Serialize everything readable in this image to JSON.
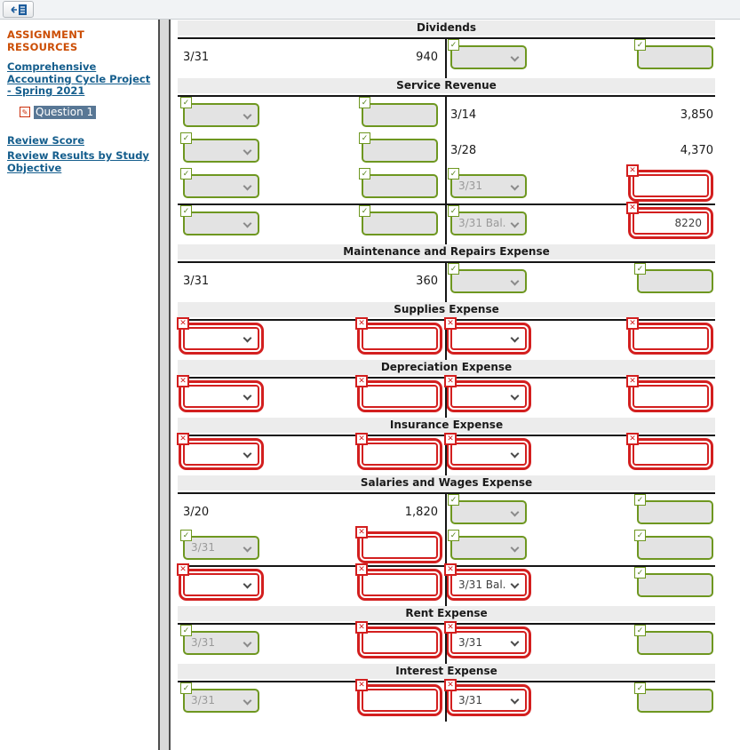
{
  "icons": {
    "check": "✓",
    "cross": "✕",
    "pencil": "✎"
  },
  "colors": {
    "correct_green": "#6e9720",
    "incorrect_red": "#d31f1f",
    "heading_orange": "#cc4e05",
    "link_blue": "#155e8d",
    "selection_blue": "#587795",
    "disabled_fill": "#e3e3e3"
  },
  "sidebar": {
    "heading": "ASSIGNMENT RESOURCES",
    "assignment_link": "Comprehensive Accounting Cycle Project - Spring 2021",
    "question_item": "Question 1",
    "review_score_link": "Review Score",
    "review_results_link": "Review Results by Study Objective"
  },
  "accounts": [
    {
      "title": "Dividends",
      "rows": [
        {
          "balance": false,
          "cells": [
            {
              "type": "text",
              "value": "3/31"
            },
            {
              "type": "text",
              "value": "940"
            },
            {
              "type": "dropdown",
              "value": "",
              "status": "correct",
              "filled": true
            },
            {
              "type": "input",
              "value": "",
              "status": "correct",
              "filled": true
            }
          ]
        }
      ]
    },
    {
      "title": "Service Revenue",
      "rows": [
        {
          "balance": false,
          "cells": [
            {
              "type": "dropdown",
              "value": "",
              "status": "correct",
              "filled": true
            },
            {
              "type": "input",
              "value": "",
              "status": "correct",
              "filled": true
            },
            {
              "type": "text",
              "value": "3/14"
            },
            {
              "type": "text",
              "value": "3,850"
            }
          ]
        },
        {
          "balance": false,
          "cells": [
            {
              "type": "dropdown",
              "value": "",
              "status": "correct",
              "filled": true
            },
            {
              "type": "input",
              "value": "",
              "status": "correct",
              "filled": true
            },
            {
              "type": "text",
              "value": "3/28"
            },
            {
              "type": "text",
              "value": "4,370"
            }
          ]
        },
        {
          "balance": false,
          "cells": [
            {
              "type": "dropdown",
              "value": "",
              "status": "correct",
              "filled": true
            },
            {
              "type": "input",
              "value": "",
              "status": "correct",
              "filled": true
            },
            {
              "type": "dropdown",
              "value": "3/31",
              "status": "correct",
              "filled": true
            },
            {
              "type": "input",
              "value": "",
              "status": "incorrect",
              "filled": false
            }
          ]
        },
        {
          "balance": true,
          "cells": [
            {
              "type": "dropdown",
              "value": "",
              "status": "correct",
              "filled": true
            },
            {
              "type": "input",
              "value": "",
              "status": "correct",
              "filled": true
            },
            {
              "type": "dropdown",
              "value": "3/31 Bal.",
              "status": "correct",
              "filled": true
            },
            {
              "type": "input",
              "value": "8220",
              "status": "incorrect",
              "filled": false
            }
          ]
        }
      ]
    },
    {
      "title": "Maintenance and Repairs Expense",
      "rows": [
        {
          "balance": false,
          "cells": [
            {
              "type": "text",
              "value": "3/31"
            },
            {
              "type": "text",
              "value": "360"
            },
            {
              "type": "dropdown",
              "value": "",
              "status": "correct",
              "filled": true
            },
            {
              "type": "input",
              "value": "",
              "status": "correct",
              "filled": true
            }
          ]
        }
      ]
    },
    {
      "title": "Supplies Expense",
      "rows": [
        {
          "balance": false,
          "cells": [
            {
              "type": "dropdown",
              "value": "",
              "status": "incorrect",
              "filled": false
            },
            {
              "type": "input",
              "value": "",
              "status": "incorrect",
              "filled": false
            },
            {
              "type": "dropdown",
              "value": "",
              "status": "incorrect",
              "filled": false
            },
            {
              "type": "input",
              "value": "",
              "status": "incorrect",
              "filled": false
            }
          ]
        }
      ]
    },
    {
      "title": "Depreciation Expense",
      "rows": [
        {
          "balance": false,
          "cells": [
            {
              "type": "dropdown",
              "value": "",
              "status": "incorrect",
              "filled": false
            },
            {
              "type": "input",
              "value": "",
              "status": "incorrect",
              "filled": false
            },
            {
              "type": "dropdown",
              "value": "",
              "status": "incorrect",
              "filled": false
            },
            {
              "type": "input",
              "value": "",
              "status": "incorrect",
              "filled": false
            }
          ]
        }
      ]
    },
    {
      "title": "Insurance Expense",
      "rows": [
        {
          "balance": false,
          "cells": [
            {
              "type": "dropdown",
              "value": "",
              "status": "incorrect",
              "filled": false
            },
            {
              "type": "input",
              "value": "",
              "status": "incorrect",
              "filled": false
            },
            {
              "type": "dropdown",
              "value": "",
              "status": "incorrect",
              "filled": false
            },
            {
              "type": "input",
              "value": "",
              "status": "incorrect",
              "filled": false
            }
          ]
        }
      ]
    },
    {
      "title": "Salaries and Wages Expense",
      "rows": [
        {
          "balance": false,
          "cells": [
            {
              "type": "text",
              "value": "3/20"
            },
            {
              "type": "text",
              "value": "1,820"
            },
            {
              "type": "dropdown",
              "value": "",
              "status": "correct",
              "filled": true
            },
            {
              "type": "input",
              "value": "",
              "status": "correct",
              "filled": true
            }
          ]
        },
        {
          "balance": false,
          "cells": [
            {
              "type": "dropdown",
              "value": "3/31",
              "status": "correct",
              "filled": true
            },
            {
              "type": "input",
              "value": "",
              "status": "incorrect",
              "filled": false
            },
            {
              "type": "dropdown",
              "value": "",
              "status": "correct",
              "filled": true
            },
            {
              "type": "input",
              "value": "",
              "status": "correct",
              "filled": true
            }
          ]
        },
        {
          "balance": true,
          "cells": [
            {
              "type": "dropdown",
              "value": "",
              "status": "incorrect",
              "filled": false
            },
            {
              "type": "input",
              "value": "",
              "status": "incorrect",
              "filled": false
            },
            {
              "type": "dropdown",
              "value": "3/31 Bal.",
              "status": "incorrect",
              "filled": false
            },
            {
              "type": "input",
              "value": "",
              "status": "correct",
              "filled": true
            }
          ]
        }
      ]
    },
    {
      "title": "Rent Expense",
      "rows": [
        {
          "balance": false,
          "cells": [
            {
              "type": "dropdown",
              "value": "3/31",
              "status": "correct",
              "filled": true
            },
            {
              "type": "input",
              "value": "",
              "status": "incorrect",
              "filled": false
            },
            {
              "type": "dropdown",
              "value": "3/31",
              "status": "incorrect",
              "filled": false
            },
            {
              "type": "input",
              "value": "",
              "status": "correct",
              "filled": true
            }
          ]
        }
      ]
    },
    {
      "title": "Interest Expense",
      "rows": [
        {
          "balance": false,
          "cells": [
            {
              "type": "dropdown",
              "value": "3/31",
              "status": "correct",
              "filled": true
            },
            {
              "type": "input",
              "value": "",
              "status": "incorrect",
              "filled": false
            },
            {
              "type": "dropdown",
              "value": "3/31",
              "status": "incorrect",
              "filled": false
            },
            {
              "type": "input",
              "value": "",
              "status": "correct",
              "filled": true
            }
          ]
        }
      ]
    }
  ]
}
